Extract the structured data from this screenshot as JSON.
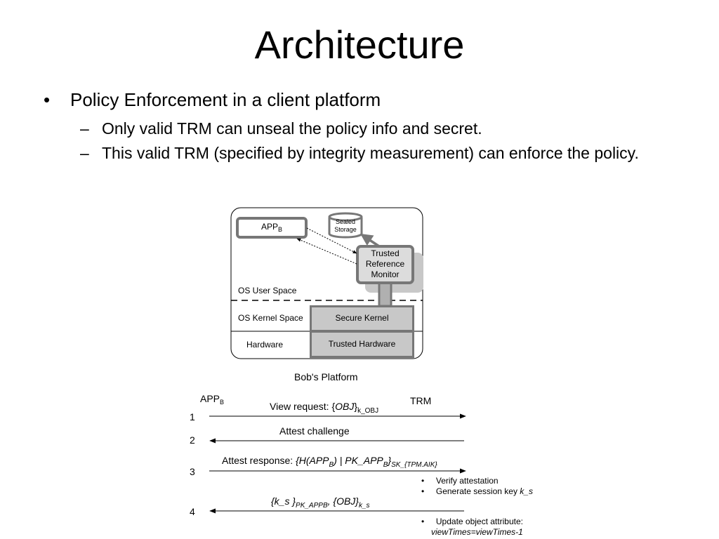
{
  "slide": {
    "title": "Architecture",
    "bullet": "Policy Enforcement in a client platform",
    "subbullets": [
      "Only valid TRM can unseal the policy info and secret.",
      "This valid TRM (specified by integrity measurement) can enforce the policy."
    ]
  },
  "platform": {
    "app": "APP",
    "app_sub": "B",
    "sealed_storage": [
      "Sealed",
      "Storage"
    ],
    "trm": [
      "Trusted",
      "Reference",
      "Monitor"
    ],
    "os_user_space": "OS User Space",
    "os_kernel_space": "OS Kernel Space",
    "hardware": "Hardware",
    "secure_kernel": "Secure Kernel",
    "trusted_hardware": "Trusted Hardware",
    "caption": "Bob's Platform"
  },
  "sequence": {
    "left_actor": "APP",
    "left_actor_sub": "B",
    "right_actor": "TRM",
    "steps": [
      "1",
      "2",
      "3",
      "4"
    ],
    "msg1": {
      "prefix": "View request: {",
      "obj": "OBJ",
      "close": "}",
      "sub": "k_OBJ"
    },
    "msg2": "Attest challenge",
    "msg3": {
      "prefix": "Attest response: ",
      "a": "{H(APP",
      "a_sub": "B",
      "b": ") | PK_APP",
      "b_sub": "B",
      "c": "}",
      "sub": "SK_{TPM.AIK}"
    },
    "msg4": {
      "a": "{k_s }",
      "a_sub": "PK_APPB",
      "b": ", {OBJ}",
      "b_sub": "k_s"
    },
    "notes3": [
      "Verify attestation",
      "Generate session key "
    ],
    "notes3_key": "k_s",
    "note4": "Update object attribute:",
    "note4_expr": "viewTimes=viewTimes-1"
  }
}
